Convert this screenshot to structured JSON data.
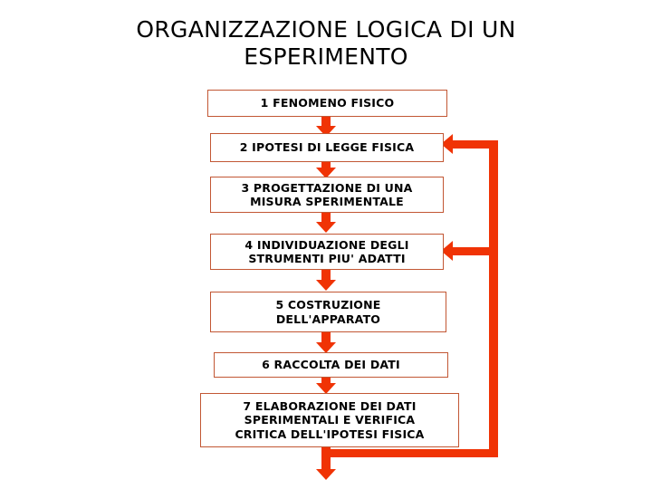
{
  "slide": {
    "title": "ORGANIZZAZIONE LOGICA DI UN\nESPERIMENTO",
    "background_color": "#ffffff",
    "box_border_color": "#c25734",
    "connector_color": "#f03305",
    "text_color": "#000000"
  },
  "flow": {
    "steps": [
      {
        "number": "1",
        "text": "1   FENOMENO FISICO"
      },
      {
        "number": "2",
        "text": "2   IPOTESI DI LEGGE FISICA"
      },
      {
        "number": "3",
        "text": "3      PROGETTAZIONE DI UNA\nMISURA SPERIMENTALE"
      },
      {
        "number": "4",
        "text": "4    INDIVIDUAZIONE DEGLI\nSTRUMENTI PIU' ADATTI"
      },
      {
        "number": "5",
        "text": "5   COSTRUZIONE\nDELL'APPARATO"
      },
      {
        "number": "6",
        "text": "6    RACCOLTA DEI DATI"
      },
      {
        "number": "7",
        "text": "7   ELABORAZIONE DEI DATI\nSPERIMENTALI E VERIFICA\nCRITICA DELL'IPOTESI FISICA"
      }
    ],
    "connectors": [
      {
        "name": "arrow-1-to-2",
        "kind": "down"
      },
      {
        "name": "arrow-2-to-3",
        "kind": "down"
      },
      {
        "name": "arrow-3-to-4",
        "kind": "down"
      },
      {
        "name": "arrow-4-to-5",
        "kind": "down"
      },
      {
        "name": "arrow-5-to-6",
        "kind": "down"
      },
      {
        "name": "arrow-6-to-7",
        "kind": "down"
      },
      {
        "name": "arrow-7-output-down",
        "kind": "down"
      },
      {
        "name": "feedback-to-step-2",
        "kind": "left"
      },
      {
        "name": "feedback-to-step-4",
        "kind": "left"
      }
    ]
  }
}
